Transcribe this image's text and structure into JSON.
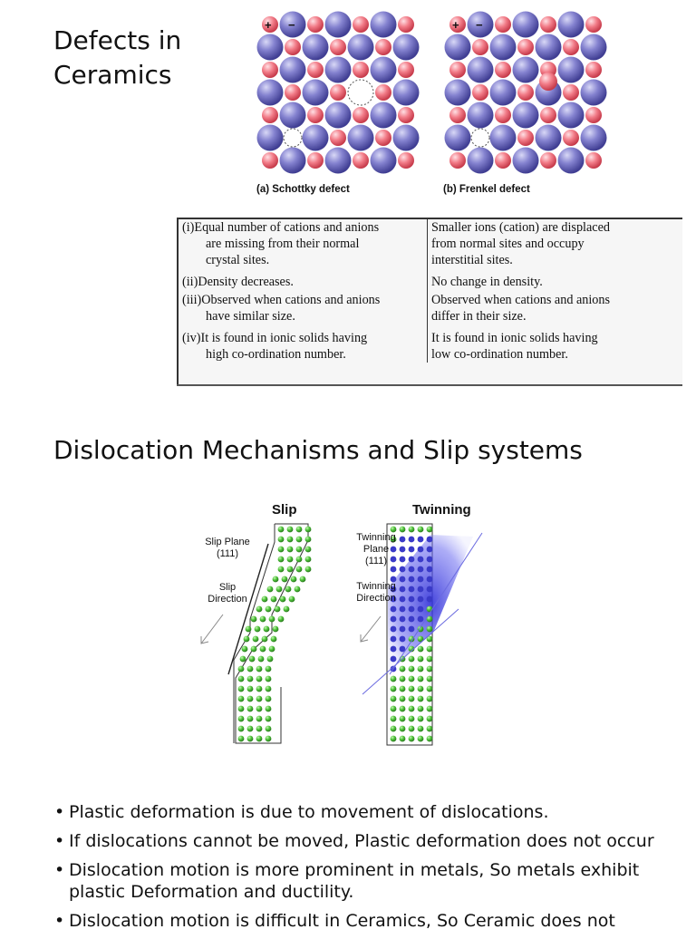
{
  "defects": {
    "title_line1": "Defects in",
    "title_line2": "Ceramics",
    "schottky_caption": "(a) Schottky defect",
    "frenkel_caption": "(b) Frenkel defect",
    "plus": "+",
    "minus": "−",
    "colors": {
      "cation": "#7a78c8",
      "anion": "#f07a86"
    }
  },
  "comparison": {
    "rows": [
      {
        "num": "(i)",
        "left": [
          "Equal number of cations and anions",
          "are missing from their normal",
          "crystal sites."
        ],
        "right": [
          "Smaller ions (cation) are displaced",
          "from normal sites and occupy",
          "interstitial sites."
        ]
      },
      {
        "num": "(ii)",
        "left": [
          "Density decreases."
        ],
        "right": [
          "No change in density."
        ]
      },
      {
        "num": "(iii)",
        "left": [
          "Observed when cations and anions",
          "have similar size."
        ],
        "right": [
          "Observed when cations and anions",
          "differ in their size."
        ]
      },
      {
        "num": "(iv)",
        "left": [
          "It is found in ionic solids having",
          "high co-ordination number."
        ],
        "right": [
          "It is found in ionic solids having",
          "low co-ordination number."
        ]
      }
    ]
  },
  "dislocation": {
    "heading": "Dislocation Mechanisms and Slip systems",
    "slip_title": "Slip",
    "twin_title": "Twinning",
    "slip_plane_label": [
      "Slip Plane",
      "(111)"
    ],
    "slip_direction_label": [
      "Slip",
      "Direction"
    ],
    "twin_plane_label": [
      "Twinning",
      "Plane",
      "(111)"
    ],
    "twin_direction_label": [
      "Twinning",
      "Direction"
    ],
    "colors": {
      "atom": "#4fc43a",
      "twin_band": "#5a5ae6"
    }
  },
  "bullets": [
    "Plastic deformation is due to movement of dislocations.",
    "If dislocations cannot be moved, Plastic deformation does not occur",
    "Dislocation motion is more prominent in metals, So metals exhibit plastic Deformation and ductility.",
    "Dislocation motion is difficult in Ceramics, So Ceramic does not"
  ]
}
